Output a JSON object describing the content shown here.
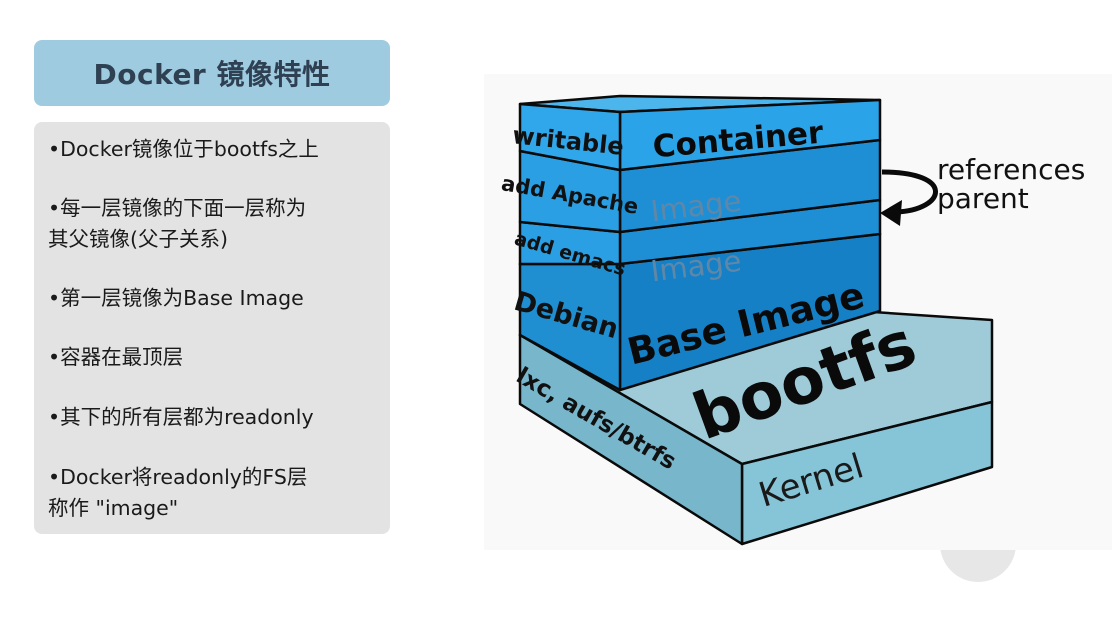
{
  "title": "Docker 镜像特性",
  "bullets": [
    "•Docker镜像位于bootfs之上",
    "•每一层镜像的下面一层称为\n其父镜像(父子关系)",
    "•第一层镜像为Base Image",
    "•容器在最顶层",
    "•其下的所有层都为readonly",
    "•Docker将readonly的FS层\n称作 \"image\""
  ],
  "diagram": {
    "side_labels": {
      "writable": "writable",
      "add_apache": "add Apache",
      "add_emacs": "add emacs",
      "debian": "Debian",
      "lxc": "lxc, aufs/btrfs"
    },
    "front_labels": {
      "container": "Container",
      "image_upper": "Image",
      "image_lower": "Image",
      "base_image": "Base Image",
      "bootfs": "bootfs",
      "kernel": "Kernel"
    },
    "annotation": {
      "line1": "references",
      "line2": "parent"
    }
  },
  "colors": {
    "title_bg": "#9fcbe0",
    "panel_bg": "#e3e3e3",
    "layer_light": "#29a3e6",
    "layer_dark": "#1580c6",
    "kernel": "#84c3d6"
  }
}
